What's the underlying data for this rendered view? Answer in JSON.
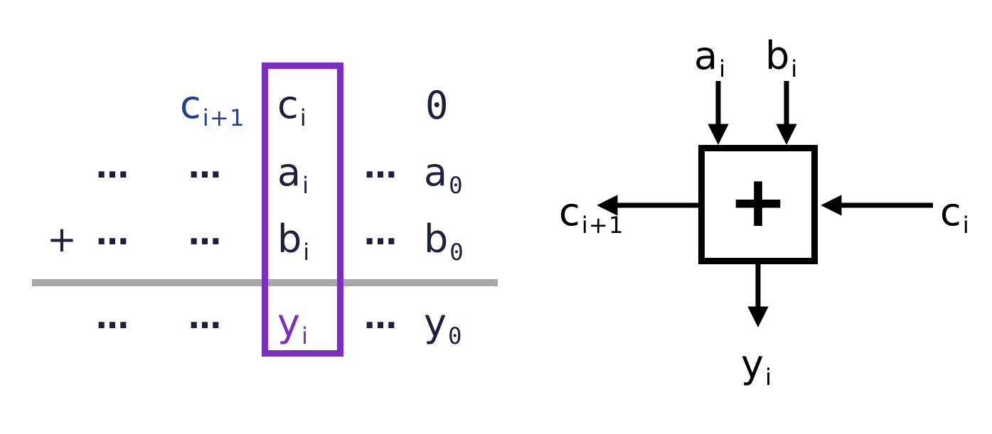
{
  "colors": {
    "highlight_purple": "#7b2fbe",
    "text_navy": "#1f1f3d",
    "carry_blue": "#27408b",
    "line_gray": "#a8a8a8",
    "diagram_black": "#000000"
  },
  "addition": {
    "plus": "+",
    "dots": "…",
    "zero": "0",
    "carry_next": {
      "base": "c",
      "sub": "i+1"
    },
    "carry_current": {
      "base": "c",
      "sub": "i"
    },
    "a_i": {
      "base": "a",
      "sub": "i"
    },
    "a_0": {
      "base": "a",
      "sub": "0"
    },
    "b_i": {
      "base": "b",
      "sub": "i"
    },
    "b_0": {
      "base": "b",
      "sub": "0"
    },
    "y_i": {
      "base": "y",
      "sub": "i"
    },
    "y_0": {
      "base": "y",
      "sub": "0"
    }
  },
  "adder": {
    "operator": "+",
    "input_a": {
      "base": "a",
      "sub": "i"
    },
    "input_b": {
      "base": "b",
      "sub": "i"
    },
    "carry_out": {
      "base": "c",
      "sub": "i+1"
    },
    "carry_in": {
      "base": "c",
      "sub": "i"
    },
    "output": {
      "base": "y",
      "sub": "i"
    }
  }
}
